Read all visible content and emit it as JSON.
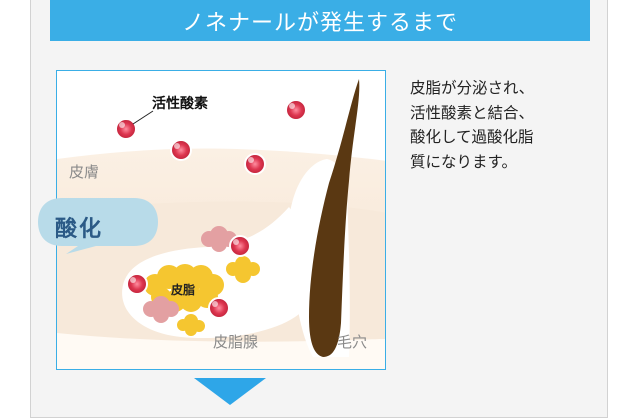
{
  "title": "ノネナールが発生するまで",
  "diagram": {
    "label_active_oxygen": "活性酸素",
    "label_skin": "皮膚",
    "label_oxidation": "酸化",
    "label_sebum": "皮脂",
    "label_sebaceous_gland": "皮脂腺",
    "label_pore": "毛穴"
  },
  "description_lines": [
    "皮脂が分泌され、",
    "活性酸素と結合、",
    "酸化して過酸化脂",
    "質になります。"
  ],
  "colors": {
    "title_bg": "#3aaee6",
    "oxygen_red": "#d8304a",
    "sebum_yellow": "#f5c630",
    "peroxide_pink": "#e3a0a2",
    "hair_brown": "#5a3812",
    "skin_beige": "#f6e7d6",
    "bubble_blue": "#b8dbe9",
    "arrow_blue": "#2ea6e8"
  }
}
